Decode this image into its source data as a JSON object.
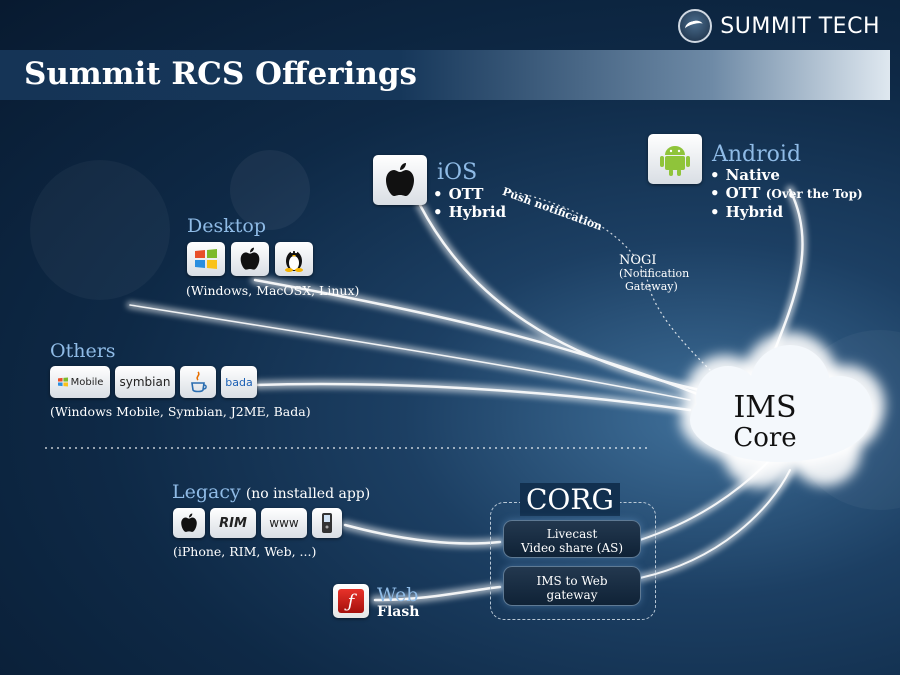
{
  "brand": {
    "name": "SUMMIT TECH",
    "logo_icon": "summit-tech-logo-icon"
  },
  "title": "Summit RCS Offerings",
  "ios": {
    "label": "iOS",
    "icon": "apple-icon",
    "bullets": [
      "OTT",
      "Hybrid"
    ]
  },
  "android": {
    "label": "Android",
    "icon": "android-icon",
    "bullets": [
      "Native",
      "OTT",
      "Hybrid"
    ],
    "ott_note": "(Over the Top)"
  },
  "desktop": {
    "label": "Desktop",
    "icons": [
      "windows-icon",
      "apple-icon",
      "linux-icon"
    ],
    "caption": "(Windows, MacOSX, Linux)"
  },
  "others": {
    "label": "Others",
    "badges": [
      "Mobile",
      "symbian",
      "java-icon",
      "bada"
    ],
    "caption": "(Windows Mobile, Symbian, J2ME, Bada)"
  },
  "legacy": {
    "label": "Legacy",
    "note": "(no installed app)",
    "badges": [
      "apple-icon",
      "RIM",
      "www",
      "phone-icon"
    ],
    "caption": "(iPhone, RIM, Web, ...)"
  },
  "web": {
    "label": "Web",
    "sub": "Flash",
    "icon": "flash-icon"
  },
  "push": "Push notification",
  "nogi": {
    "line1": "NOGI",
    "line2": "(Notification",
    "line3": "Gateway)"
  },
  "ims": {
    "line1": "IMS",
    "line2": "Core"
  },
  "corg": {
    "label": "CORG",
    "items": [
      {
        "line1": "Livecast",
        "line2": "Video share (AS)"
      },
      {
        "line1": "IMS to Web",
        "line2": "gateway"
      }
    ]
  },
  "colors": {
    "accent": "#8fbbe6",
    "background": "#0e2946"
  }
}
